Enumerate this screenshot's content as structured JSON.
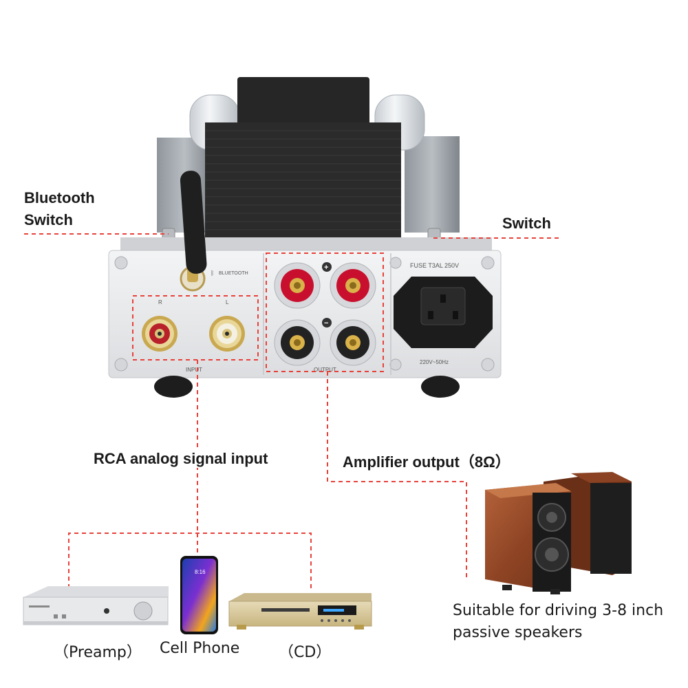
{
  "labels": {
    "bluetooth_switch_line1": "Bluetooth",
    "bluetooth_switch_line2": "Switch",
    "switch": "Switch",
    "rca_input": "RCA analog signal input",
    "amp_output": "Amplifier output（8Ω）",
    "speaker_note_line1": "Suitable for driving 3-8 inch",
    "speaker_note_line2": "passive speakers",
    "preamp": "（Preamp）",
    "cell_phone": "Cell Phone",
    "cd": "（CD）"
  },
  "panel_text": {
    "bluetooth": "BLUETOOTH",
    "r": "R",
    "l": "L",
    "input": "INPUT",
    "output": "OUTPUT",
    "fuse": "FUSE T3AL  250V",
    "voltage": "220V~50Hz",
    "plus": "+",
    "minus": "−"
  },
  "colors": {
    "dashed_line": "#e8413a",
    "panel": "#e9eaec",
    "tube_body": "#2b2b2b",
    "binding_red": "#c8102e",
    "binding_black": "#222222",
    "rca_red": "#b22222",
    "rca_white": "#f2efe6",
    "speaker_wood": "#a0522d",
    "cd_gold": "#d8c9a0"
  }
}
